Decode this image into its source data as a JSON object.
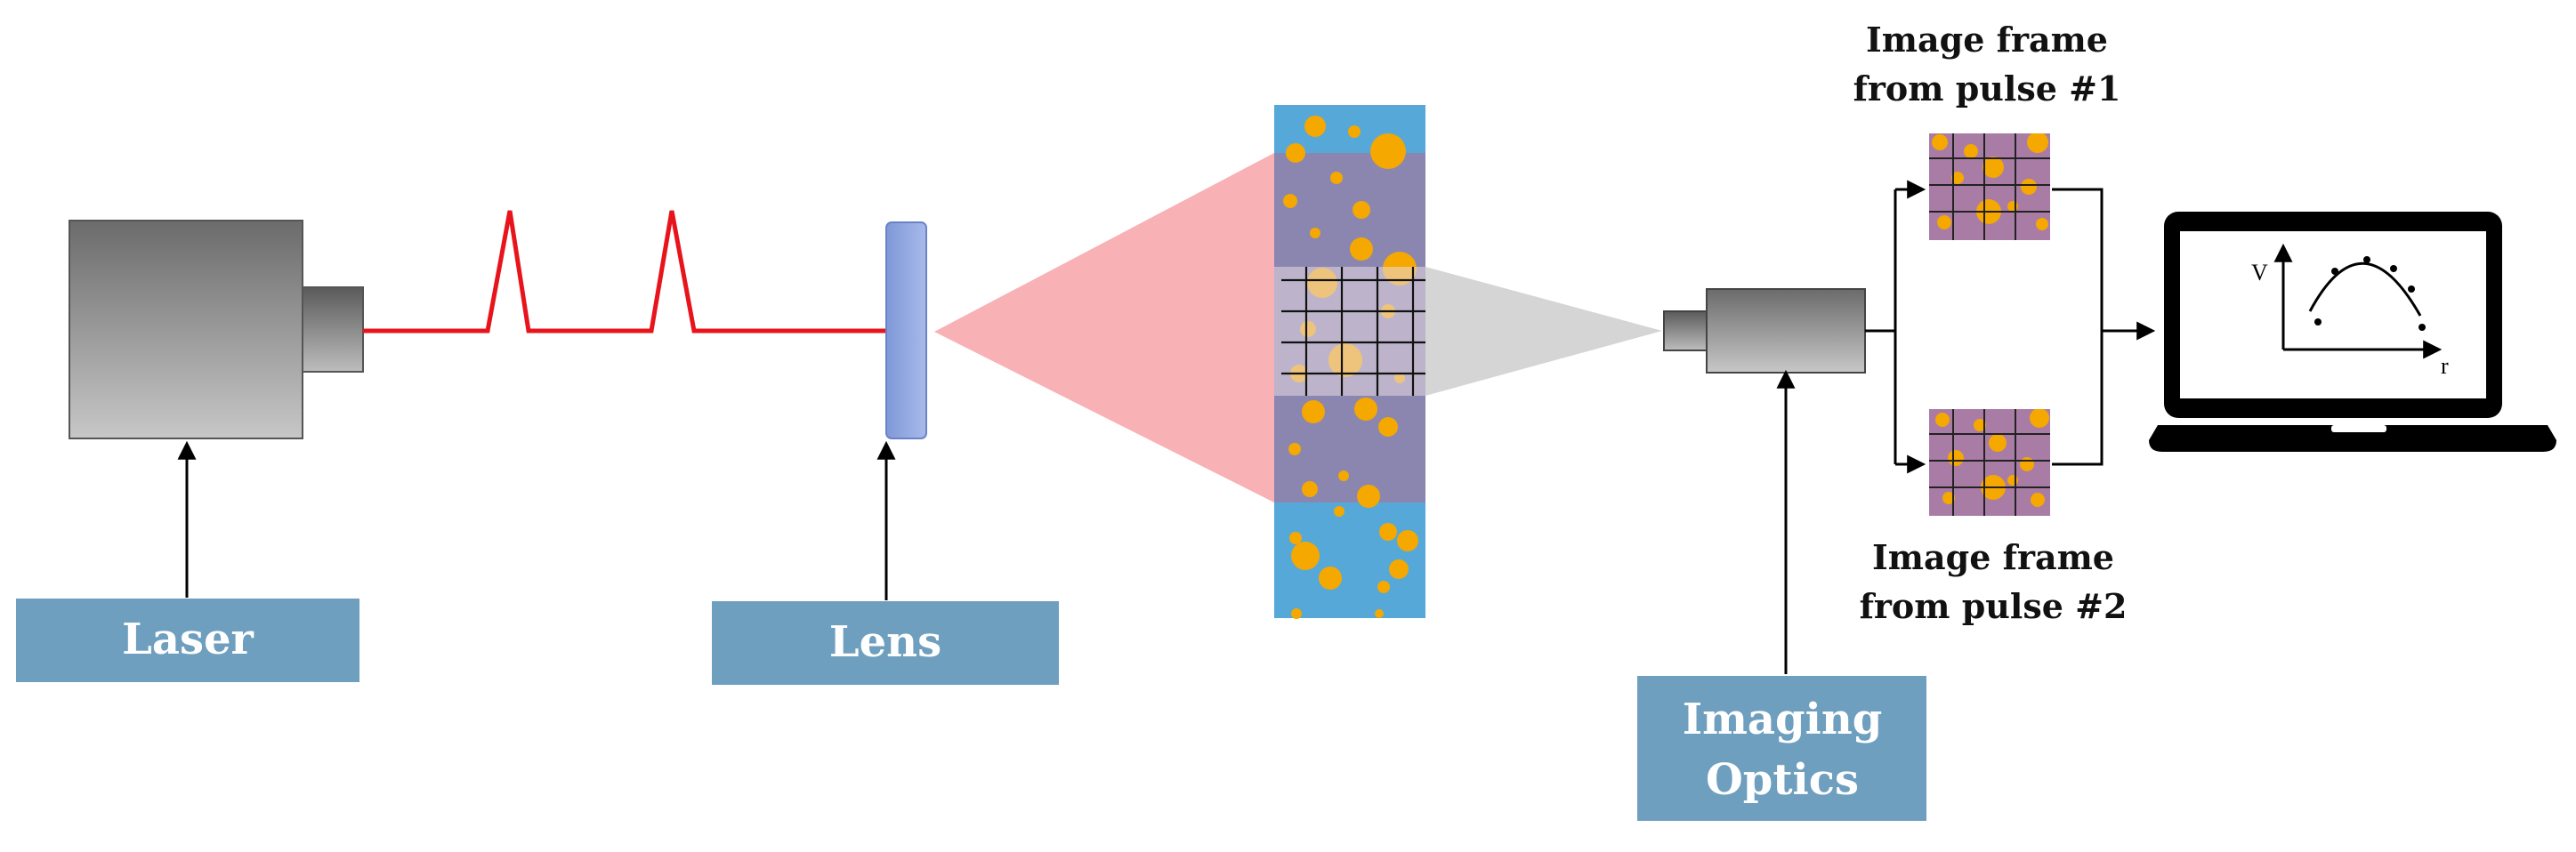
{
  "labels": {
    "laser": "Laser",
    "lens": "Lens",
    "imaging_optics_line1": "Imaging",
    "imaging_optics_line2": "Optics"
  },
  "frames": {
    "frame1_line1": "Image frame",
    "frame1_line2": "from pulse #1",
    "frame2_line1": "Image frame",
    "frame2_line2": "from pulse #2"
  },
  "plot": {
    "y_axis_label": "V",
    "x_axis_label": "r"
  },
  "colors": {
    "label_box": "#6f9fbf",
    "laser_beam": "#e8141c",
    "flow_channel": "#55a8d8",
    "particle": "#f5a800",
    "laser_sheet": "#f7a3a8",
    "camera_cone": "#cfcfcf",
    "lens": "#8fa8e0"
  }
}
